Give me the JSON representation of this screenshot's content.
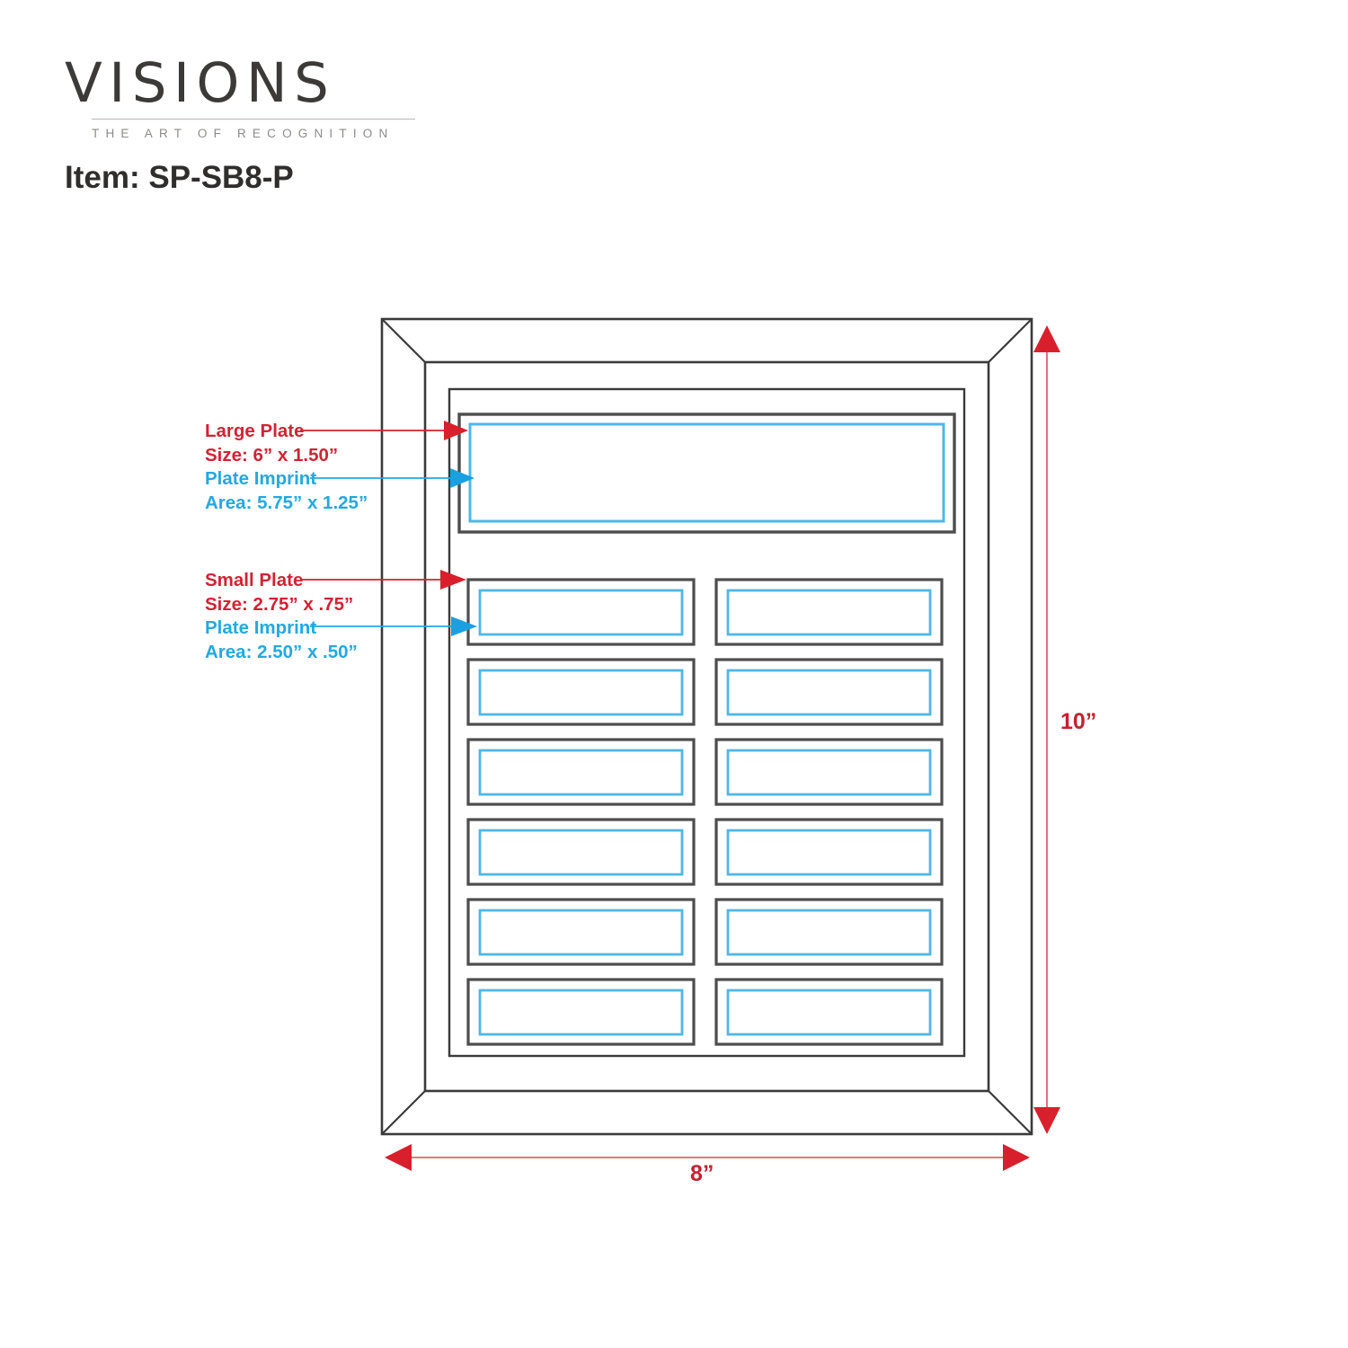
{
  "brand": {
    "wordmark": "VISIONS",
    "tagline": "THE ART OF RECOGNITION",
    "logo_color": "#3b3a38",
    "tagline_color": "#8d8b89"
  },
  "item": {
    "label": "Item: SP-SB8-P"
  },
  "colors": {
    "plate_outline": "#4d4d4d",
    "imprint_outline": "#4db8e8",
    "frame_outline": "#3a3a3a",
    "annotation_red": "#d32232",
    "annotation_blue": "#22a9e0",
    "dimension_red": "#c4212f",
    "background": "#ffffff"
  },
  "annotations": [
    {
      "id": "large-plate",
      "color": "red",
      "line1": "Large Plate",
      "line2": "Size: 6” x 1.50”"
    },
    {
      "id": "large-imprint",
      "color": "blue",
      "line1": "Plate Imprint",
      "line2": "Area: 5.75” x 1.25”"
    },
    {
      "id": "small-plate",
      "color": "red",
      "line1": "Small Plate",
      "line2": "Size: 2.75” x .75”"
    },
    {
      "id": "small-imprint",
      "color": "blue",
      "line1": "Plate Imprint",
      "line2": "Area: 2.50” x .50”"
    }
  ],
  "dimensions": {
    "height": "10”",
    "width": "8”"
  },
  "product": {
    "large_plate_count": 1,
    "small_plate_rows": 6,
    "small_plate_columns": 2,
    "small_plate_count": 12
  }
}
